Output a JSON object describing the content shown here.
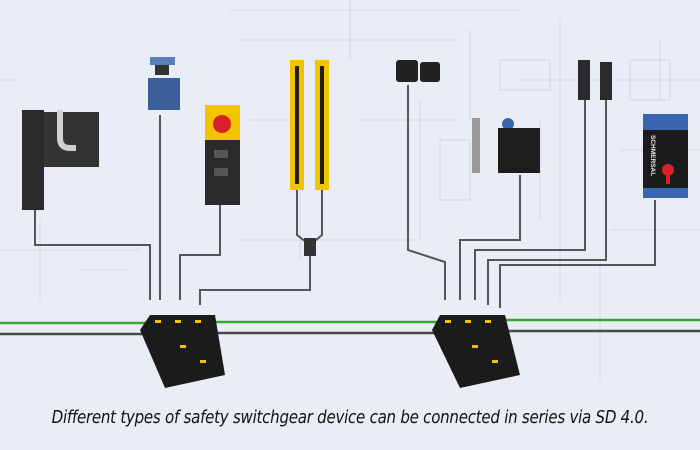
{
  "caption": "Different types of safety switchgear device can be connected in series via SD 4.0.",
  "brand_label": "SCHMERSAL",
  "colors": {
    "background": "#e9eef6",
    "green_cable": "#3aa535",
    "gray_cable": "#4a4a4a",
    "device_yellow": "#f2c400",
    "lock_blue": "#3a67b0",
    "estop_red": "#d8202a",
    "hub_black": "#1b1b1b"
  },
  "devices": [
    "door-handle-switch",
    "sensor",
    "emergency-stop-control-box",
    "light-curtain",
    "light-curtain",
    "magnetic-sensor-pair",
    "solenoid-interlock",
    "magnetic-sensor",
    "magnetic-sensor",
    "solenoid-interlock-blue"
  ],
  "hubs": [
    "sd-distributor-left",
    "sd-distributor-right"
  ]
}
